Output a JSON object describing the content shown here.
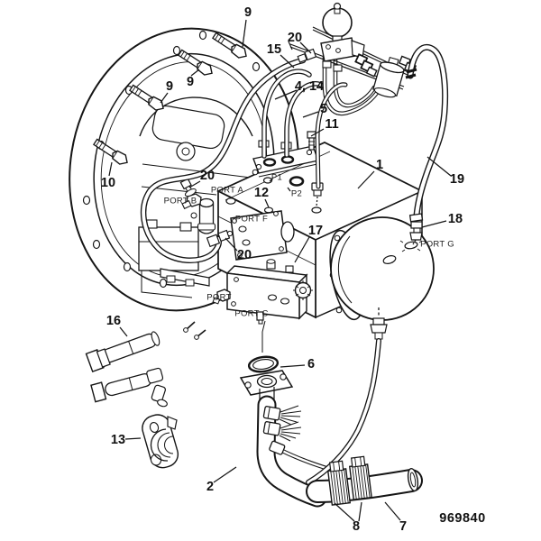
{
  "diagram": {
    "part_number": "969840",
    "line_color": "#151515",
    "background_color": "#ffffff",
    "callouts": [
      {
        "id": "item-9-top",
        "text": "9"
      },
      {
        "id": "item-9-left",
        "text": "9"
      },
      {
        "id": "item-9-mid",
        "text": "9"
      },
      {
        "id": "item-10",
        "text": "10"
      },
      {
        "id": "item-15",
        "text": "15"
      },
      {
        "id": "item-20-top",
        "text": "20"
      },
      {
        "id": "item-4-14",
        "text": "4, 14"
      },
      {
        "id": "item-5",
        "text": "5"
      },
      {
        "id": "item-11",
        "text": "11"
      },
      {
        "id": "item-1",
        "text": "1"
      },
      {
        "id": "item-19",
        "text": "19"
      },
      {
        "id": "item-18",
        "text": "18"
      },
      {
        "id": "item-12",
        "text": "12"
      },
      {
        "id": "item-20-portb",
        "text": "20"
      },
      {
        "id": "item-20-lower",
        "text": "20"
      },
      {
        "id": "item-17",
        "text": "17"
      },
      {
        "id": "item-16",
        "text": "16"
      },
      {
        "id": "item-13",
        "text": "13"
      },
      {
        "id": "item-2",
        "text": "2"
      },
      {
        "id": "item-6",
        "text": "6"
      },
      {
        "id": "item-8",
        "text": "8"
      },
      {
        "id": "item-7",
        "text": "7"
      }
    ],
    "port_labels": [
      {
        "id": "port-a",
        "text": "PORT A"
      },
      {
        "id": "port-b",
        "text": "PORT B"
      },
      {
        "id": "p1",
        "text": "P1"
      },
      {
        "id": "p2",
        "text": "P2"
      },
      {
        "id": "port-f",
        "text": "PORT F"
      },
      {
        "id": "port-g",
        "text": "PORT G"
      },
      {
        "id": "port-d",
        "text": "PORT"
      },
      {
        "id": "port-c",
        "text": "PORT C"
      }
    ]
  }
}
